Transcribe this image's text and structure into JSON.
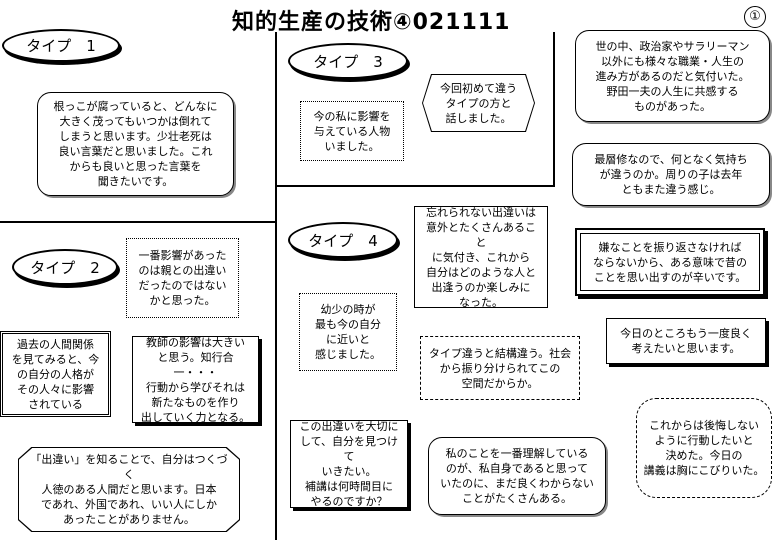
{
  "title": "知的生産の技術④021111",
  "page_number": "①",
  "types": {
    "type1": "タイプ　1",
    "type2": "タイプ　2",
    "type3": "タイプ　3",
    "type4": "タイプ　4"
  },
  "comments": {
    "c1": "根っこが腐っていると、どんなに\n大きく茂ってもいつかは倒れて\nしまうと思います。少壮老死は\n良い言葉だと思いました。これ\nからも良いと思った言葉を\n聞きたいです。",
    "c2": "一番影響があった\nのは親との出違い\nだったのではない\nかと思った。",
    "c3": "過去の人間関係\nを見てみると、今\nの自分の人格が\nその人々に影響\nされている",
    "c4": "教師の影響は大きい\nと思う。知行合一・・・\n行動から学びそれは\n新たなものを作り\n出していく力となる。",
    "c5": "「出違い」を知ることで、自分はつくづく\n人徳のある人間だと思います。日本\nであれ、外国であれ、いい人にしか\nあったことがありません。",
    "c6": "今の私に影響を\n与えている人物\nいました。",
    "c7": "今回初めて違う\nタイプの方と\n話しました。",
    "c8": "世の中、政治家やサラリーマン\n以外にも様々な職業・人生の\n進み方があるのだと気付いた。\n野田一夫の人生に共感する\nものがあった。",
    "c9": "最層修なので、何となく気持ち\nが違うのか。周りの子は去年\nともまた違う感じ。",
    "c10": "忘れられない出違いは\n意外とたくさんあること\nに気付き、これから\n自分はどのような人と\n出逢うのか楽しみに\nなった。",
    "c11": "嫌なことを振り返さなければ\nならないから、ある意味で昔の\nことを思い出すのが辛いです。",
    "c12": "幼少の時が\n最も今の自分\nに近いと\n感じました。",
    "c13": "タイプ違うと結構違う。社会\nから振り分けられてこの\n空間だからか。",
    "c14": "今日のところもう一度良く\n考えたいと思います。",
    "c15": "この出違いを大切に\nして、自分を見つけて\nいきたい。\n補講は何時間目に\nやるのですか？",
    "c16": "私のことを一番理解している\nのが、私自身であると思って\nいたのに、まだ良くわからない\nことがたくさんある。",
    "c17": "これからは後悔しない\nように行動したいと\n決めた。今日の\n講義は胸にこびりいた。"
  }
}
